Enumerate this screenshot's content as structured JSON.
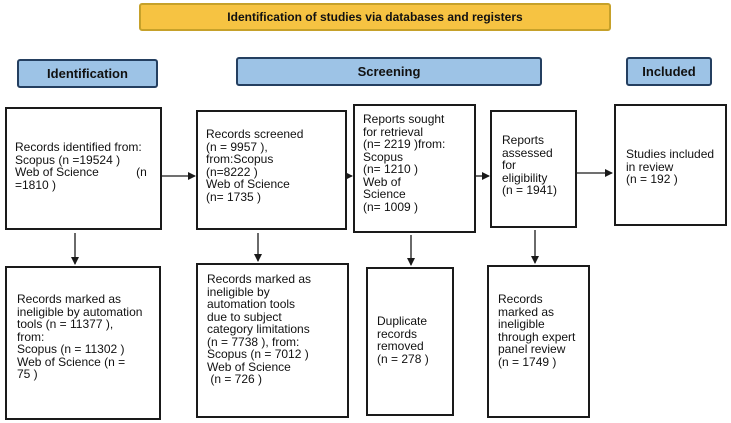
{
  "top_banner": "Identification of studies via databases and registers",
  "stages": {
    "identification": "Identification",
    "screening": "Screening",
    "included": "Included"
  },
  "boxes": {
    "records_identified": [
      "Records identified from:",
      "Scopus  (n =19524 )",
      "Web of Science",
      "(n",
      "=1810 )"
    ],
    "records_screened": [
      "Records screened",
      "(n = 9957 ),",
      "from:Scopus",
      "(n=8222 )",
      "Web of Science",
      "(n= 1735 )"
    ],
    "reports_sought": [
      "Reports sought",
      "for retrieval",
      "(n= 2219 )from:",
      "Scopus",
      "(n= 1210 )",
      "Web of",
      "Science",
      "(n= 1009 )"
    ],
    "reports_assessed": [
      "Reports",
      "assessed",
      "for",
      "eligibility",
      "(n = 1941)"
    ],
    "studies_included": [
      "Studies included",
      "in review",
      "(n = 192 )"
    ],
    "ineligible_automation": [
      "Records marked as",
      "ineligible by automation",
      "tools (n = 11377 ),",
      "from:",
      "Scopus  (n = 11302 )",
      "Web of Science (n =",
      "75 )"
    ],
    "ineligible_category": [
      "Records marked as",
      "ineligible by",
      "automation tools",
      "due to subject",
      "category limitations",
      "(n = 7738 ),   from:",
      "Scopus  (n = 7012 )",
      "Web of Science",
      " (n = 726 )"
    ],
    "duplicates_removed": [
      "Duplicate",
      "records",
      "removed",
      "(n = 278 )"
    ],
    "ineligible_expert": [
      "Records",
      "marked as",
      "ineligible",
      "through expert",
      "panel review",
      "(n = 1749 )"
    ]
  }
}
